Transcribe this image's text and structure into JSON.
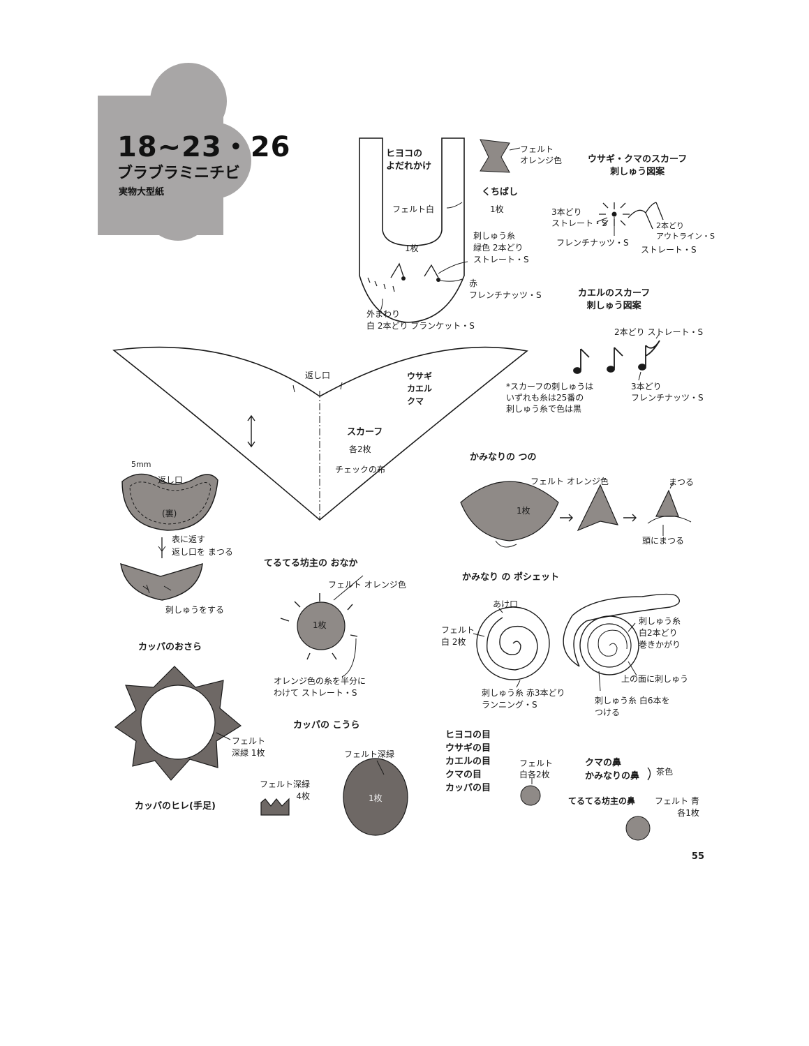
{
  "header": {
    "number": "18~23・26",
    "subtitle": "ブラブラミニチビ",
    "caption": "実物大型紙"
  },
  "labels": {
    "hiyoko_bib": "ヒヨコの\nよだれかけ",
    "felt_white": "フェルト白",
    "one_pc": "1枚",
    "thread_green": "刺しゅう糸\n緑色 2本どり\nストレート・S",
    "red_french": "赤\nフレンチナッツ・S",
    "outer_white": "外まわり\n白 2本どり ブランケット・S",
    "felt_orange": "フェルト\nオレンジ色",
    "kuchibashi": "くちばし",
    "kuchibashi_count": "1枚",
    "usagi_scarf": "ウサギ・クマのスカーフ\n刺しゅう図案",
    "three_strand_straight": "3本どり\nストレート・S",
    "two_strand_outline": "2本どり\nアウトライン・S",
    "french_knot": "フレンチナッツ・S",
    "straight": "ストレート・S",
    "kaeru_scarf": "カエルのスカーフ\n刺しゅう図案",
    "two_straight": "2本どり ストレート・S",
    "three_french": "3本どり\nフレンチナッツ・S",
    "scarf_note": "*スカーフの刺しゅうは\nいずれも糸は25番の\n刺しゅう糸で色は黒",
    "returning_opening": "返し口",
    "scarf_animals": "ウサギ\nカエル\nクマ",
    "scarf": "スカーフ",
    "each_two": "各2枚",
    "check_cloth": "チェックの布",
    "five_mm": "5mm",
    "return_opening2": "返し口",
    "ura": "(裏)",
    "turn_close": "表に返す\n返し口を まつる",
    "embroider": "刺しゅうをする",
    "kaminari_horn": "かみなりの つの",
    "felt_orange_horn": "フェルト オレンジ色",
    "horn_one": "1枚",
    "matsuru": "まつる",
    "head_matsuru": "頭にまつる",
    "teru_belly": "てるてる坊主の おなか",
    "felt_orange2": "フェルト オレンジ色",
    "belly_one": "1枚",
    "orange_thread": "オレンジ色の糸を半分に\nわけて ストレート・S",
    "kaminari_pochette": "かみなり の ポシェット",
    "akeguchi": "あけ口",
    "felt_white2": "フェルト\n白 2枚",
    "thread_red_running": "刺しゅう糸 赤3本どり\nランニング・S",
    "thread_white_wrap": "刺しゅう糸\n白2本どり\n巻きかがり",
    "top_embroider": "上の面に刺しゅう",
    "thread_white_six": "刺しゅう糸 白6本を\nつける",
    "kappa_osara": "カッパのおさら",
    "felt_darkgreen": "フェルト\n深緑 1枚",
    "kappa_koura": "カッパの こうら",
    "felt_darkgreen2": "フェルト深緑",
    "shell_one": "1枚",
    "felt_darkgreen4": "フェルト深緑\n4枚",
    "kappa_fins": "カッパのヒレ(手足)",
    "eyes_list": "ヒヨコの目\nウサギの目\nカエルの目\nクマの目\nカッパの目",
    "felt_white_each2": "フェルト\n白各2枚",
    "bear_nose": "クマの鼻\nかみなりの鼻",
    "brown": "茶色",
    "teru_nose": "てるてる坊主の鼻",
    "felt_blue": "フェルト 青\n各1枚"
  },
  "page_number": "55",
  "colors": {
    "felt_gray": "#8f8a87",
    "dark_felt": "#6e6865",
    "flower": "#a8a6a6",
    "ink": "#1a1a1a"
  }
}
